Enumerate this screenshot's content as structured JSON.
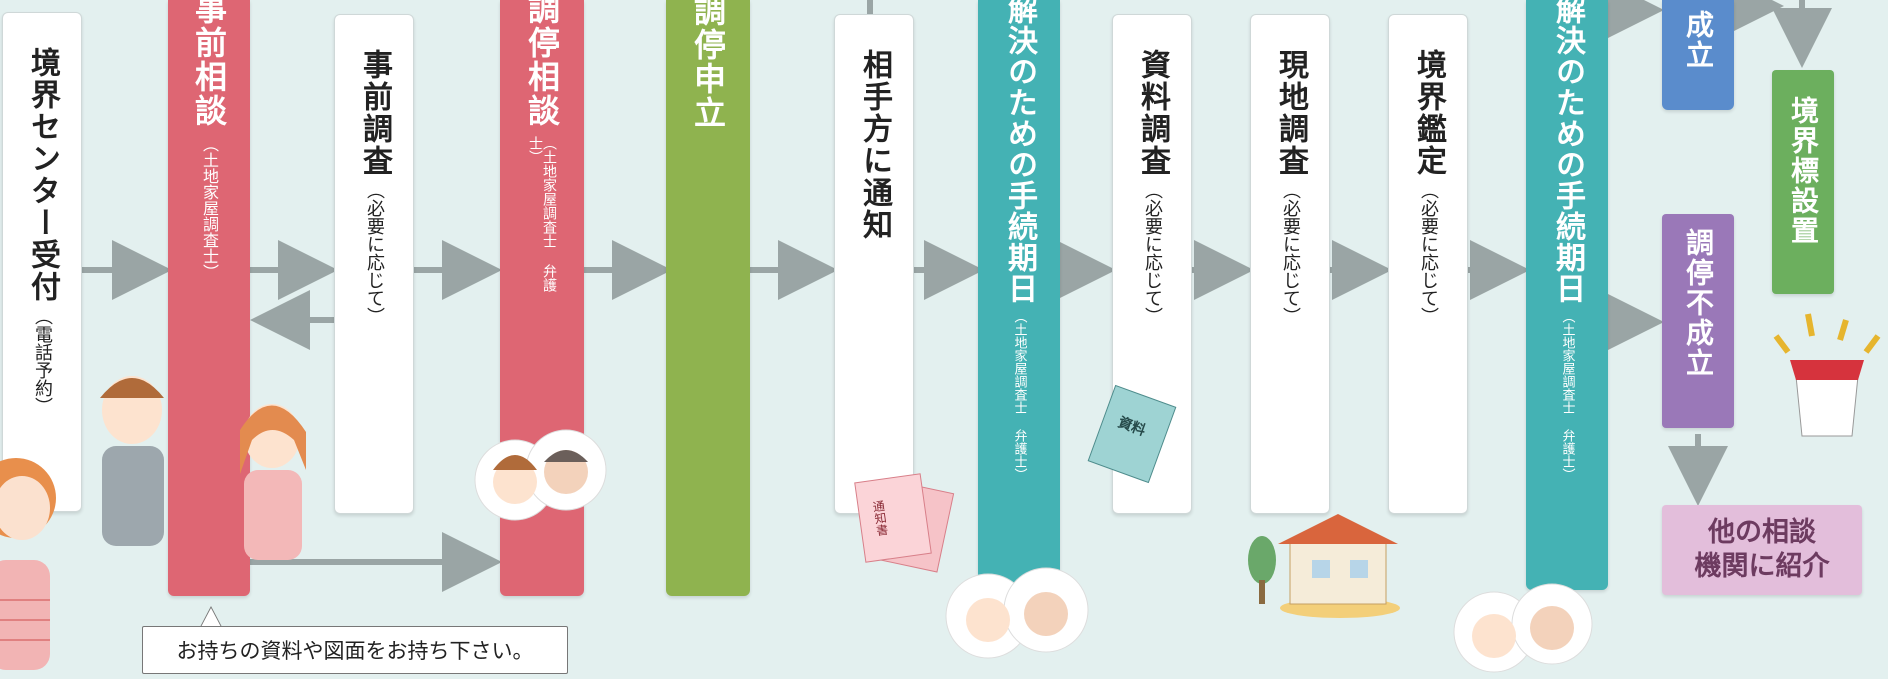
{
  "steps": {
    "reception": {
      "title": "境界センター受付",
      "sub": "（電話予約）"
    },
    "pre_consult": {
      "title": "事前相談",
      "sub": "（土地家屋調査士）"
    },
    "pre_survey": {
      "title": "事前調査",
      "sub": "（必要に応じて）"
    },
    "mediation_consult": {
      "title": "調停相談",
      "sub": "（土地家屋調査士 弁護士）"
    },
    "mediation_apply": {
      "title": "調停申立"
    },
    "notify": {
      "title": "相手方に通知"
    },
    "procedure_date_1": {
      "title": "解決のための手続期日",
      "sub": "（土地家屋調査士 弁護士）"
    },
    "document_survey": {
      "title": "資料調査",
      "sub": "（必要に応じて）"
    },
    "field_survey": {
      "title": "現地調査",
      "sub": "（必要に応じて）"
    },
    "boundary_appraisal": {
      "title": "境界鑑定",
      "sub": "（必要に応じて）"
    },
    "procedure_date_2": {
      "title": "解決のための手続期日",
      "sub": "（土地家屋調査士 弁護士）"
    },
    "settled": {
      "title": "成立"
    },
    "marker_install": {
      "title": "境界標設置"
    },
    "not_settled": {
      "title": "調停不成立"
    },
    "referral": {
      "line1": "他の相談",
      "line2": "機関に紹介"
    }
  },
  "callout": "お持ちの資料や図面をお持ち下さい。",
  "illustrations": {
    "documents_label": "資料",
    "notice_label": "通知書"
  },
  "colors": {
    "background": "#e3f0ef",
    "pink": "#de6673",
    "green": "#8fb34f",
    "teal": "#44b2b4",
    "blue": "#5a8ccc",
    "marker_green": "#6caf5e",
    "purple": "#9a78b8",
    "referral": "#e3bedb",
    "arrow": "#9aa5a5"
  }
}
